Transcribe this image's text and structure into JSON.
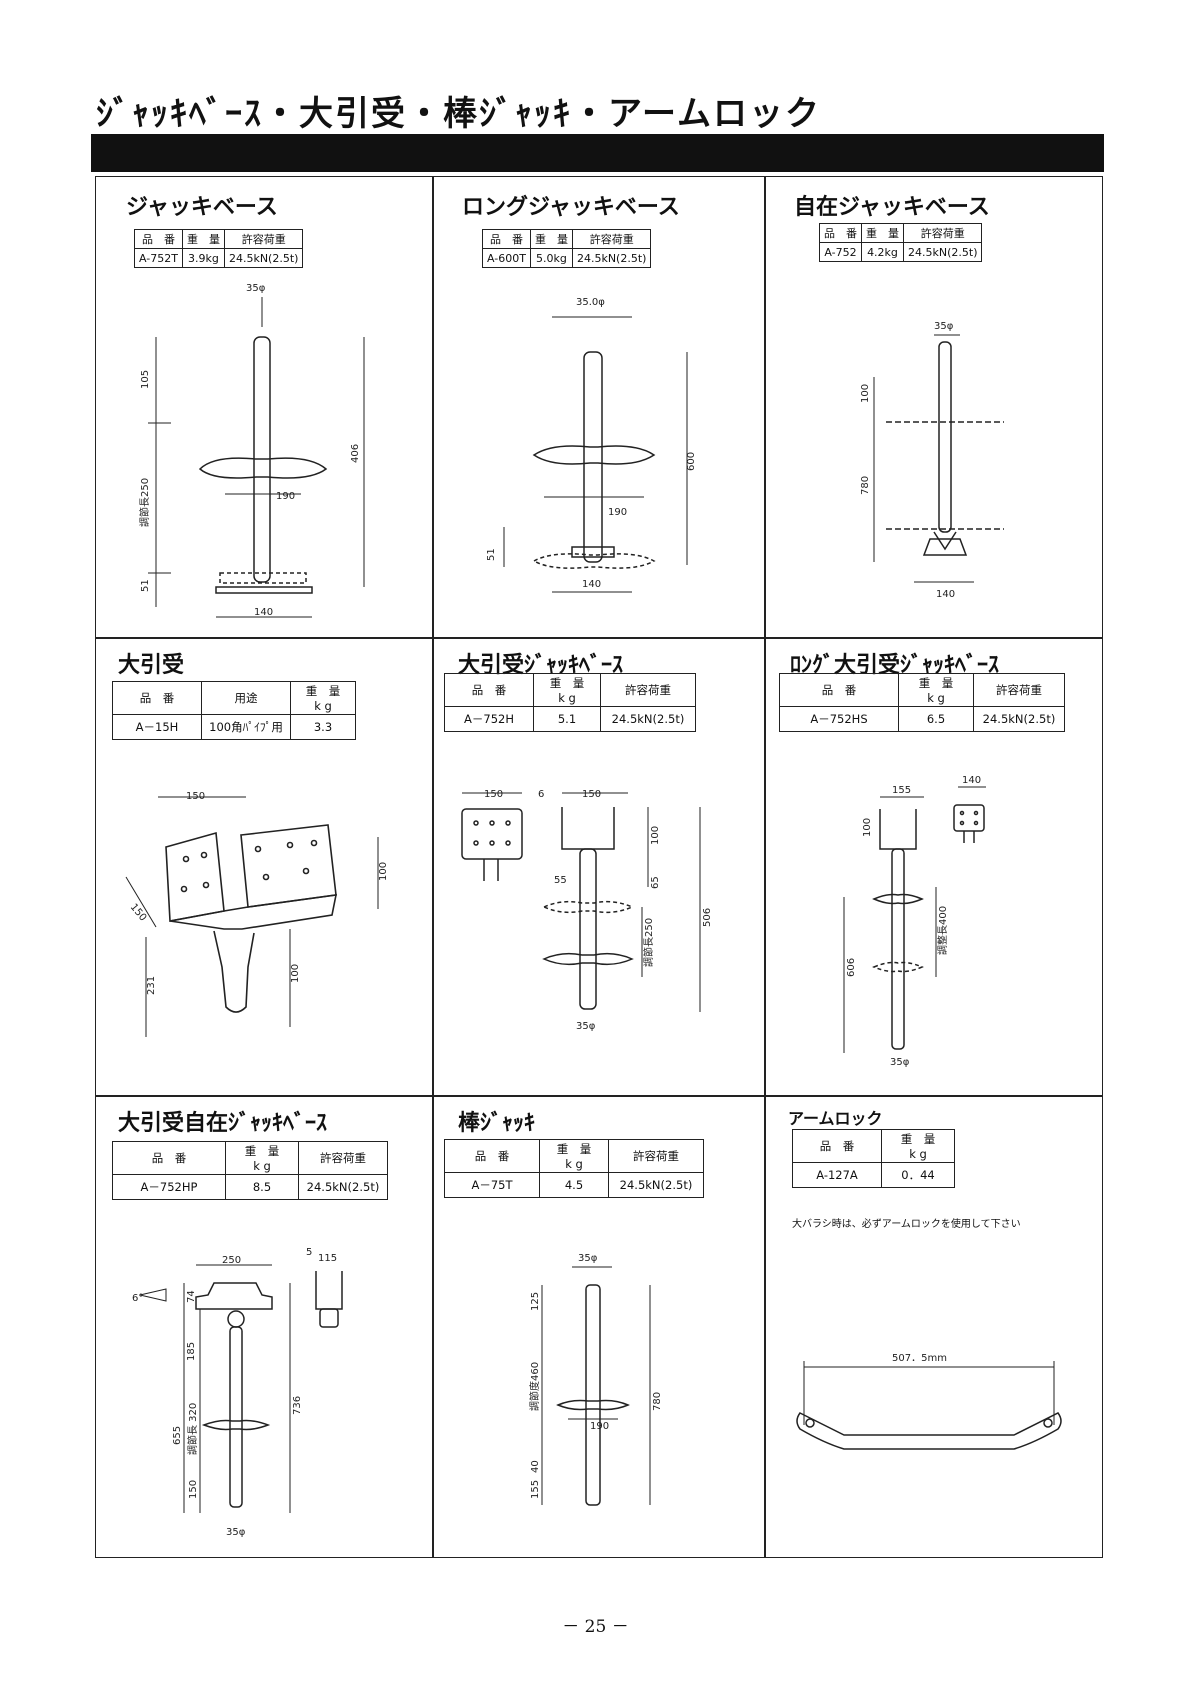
{
  "title": "ｼﾞｬｯｷﾍﾞｰｽ・大引受・棒ｼﾞｬｯｷ・アームロック",
  "page_number": "－ 25 －",
  "headers3": [
    "品　番",
    "重　量",
    "許容荷重"
  ],
  "jack_base": {
    "name": "ジャッキベース",
    "row": [
      "A-752T",
      "3.9kg",
      "24.5kN(2.5t)"
    ],
    "dims": {
      "dia": "35φ",
      "top": "105",
      "adj": "調節長250",
      "w190": "190",
      "total": "406",
      "bottom": "51",
      "base": "140"
    }
  },
  "long_jack_base": {
    "name": "ロングジャッキベース",
    "row": [
      "A-600T",
      "5.0kg",
      "24.5kN(2.5t)"
    ],
    "dims": {
      "dia": "35.0φ",
      "total": "600",
      "w190": "190",
      "bottom": "51",
      "base": "140"
    }
  },
  "free_jack_base": {
    "name": "自在ジャッキベース",
    "row": [
      "A-752",
      "4.2kg",
      "24.5kN(2.5t)"
    ],
    "dims": {
      "dia": "35φ",
      "top": "100",
      "length": "780",
      "base": "140"
    }
  },
  "ohbiki": {
    "name": "大引受",
    "headers": [
      "品　番",
      "用途",
      "重　量\nk g"
    ],
    "row": [
      "A－15H",
      "100角ﾊﾟｲﾌﾟ用",
      "3.3"
    ],
    "dims": {
      "w": "150",
      "d": "150",
      "h": "100",
      "pipe": "100",
      "total": "231"
    }
  },
  "ohbiki_jack": {
    "name": "大引受ｼﾞｬｯｷﾍﾞｰｽ",
    "headers": [
      "品　番",
      "重　量\nk g",
      "許容荷重"
    ],
    "row": [
      "A－752H",
      "5.1",
      "24.5kN(2.5t)"
    ],
    "dims": {
      "w1": "150",
      "gap": "6",
      "w2": "150",
      "h1": "100",
      "h2": "65",
      "s": "55",
      "adj": "調節長250",
      "total": "506",
      "dia": "35φ"
    }
  },
  "long_ohbiki_jack": {
    "name": "ﾛﾝｸﾞ大引受ｼﾞｬｯｷﾍﾞｰｽ",
    "headers": [
      "品　番",
      "重　量\nk g",
      "許容荷重"
    ],
    "row": [
      "A－752HS",
      "6.5",
      "24.5kN(2.5t)"
    ],
    "dims": {
      "w1": "155",
      "w2": "140",
      "h1": "100",
      "adj": "調整長400",
      "total": "606",
      "dia": "35φ"
    }
  },
  "ohbiki_free_jack": {
    "name": "大引受自在ｼﾞｬｯｷﾍﾞｰｽ",
    "headers": [
      "品　番",
      "重　量\nk g",
      "許容荷重"
    ],
    "row": [
      "A－752HP",
      "8.5",
      "24.5kN(2.5t)"
    ],
    "dims": {
      "w": "250",
      "g": "5",
      "w2": "115",
      "a": "74",
      "b": "185",
      "adj": "調節長 320",
      "c": "655",
      "total": "736",
      "d": "150",
      "dia": "35φ",
      "ang": "6°"
    }
  },
  "bou_jack": {
    "name": "棒ｼﾞｬｯｷ",
    "headers": [
      "品　番",
      "重　量\nk g",
      "許容荷重"
    ],
    "row": [
      "A－75T",
      "4.5",
      "24.5kN(2.5t)"
    ],
    "dims": {
      "dia": "35φ",
      "top": "125",
      "adj": "調節度460",
      "w": "190",
      "total": "780",
      "a": "40",
      "b": "155"
    }
  },
  "arm_lock": {
    "name": "アームロック",
    "headers": [
      "品　番",
      "重　量\nk g"
    ],
    "row": [
      "A-127A",
      "0．44"
    ],
    "note": "大バラシ時は、必ずアームロックを使用して下さい",
    "length": "507．5mm"
  }
}
